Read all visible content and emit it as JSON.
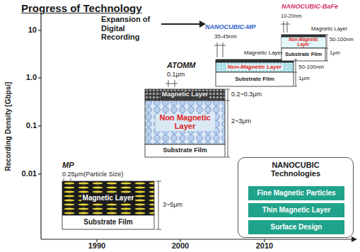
{
  "diagram": {
    "title": "Progress of Technology",
    "nodes": [
      {
        "text": [
          "Magnetic Layer"
        ]
      },
      {
        "text": [
          "Substrate Film"
        ]
      },
      {
        "text": [
          "Magnetic Layer"
        ]
      },
      {
        "text": [
          "Non Magnetic Layer"
        ]
      },
      {
        "text": [
          "Substrate Film"
        ]
      },
      {
        "text": [
          "Non-Magnetic Layer"
        ]
      },
      {
        "text": [
          "Substrate Film"
        ]
      },
      {
        "text": [
          "Non-Magnetic Layer"
        ]
      },
      {
        "text": [
          "Substrate Film"
        ]
      },
      {
        "text": [
          "NANOCUBIC Technologies"
        ]
      },
      {
        "text": [
          "Fine Magnetic Particles"
        ],
        "in": 9
      },
      {
        "text": [
          "Thin Magnetic Layer"
        ],
        "in": 9
      },
      {
        "text": [
          "Surface Design"
        ],
        "in": 9
      }
    ],
    "labels": [
      "Recording Density [Gbpsi]",
      "10",
      "1.0",
      "0.1",
      "0.01",
      "1990",
      "2000",
      "2010",
      "Expansion of Digital Recording",
      "MP",
      "0.25μm(Particle Size)",
      "3~5μm",
      "ATOMM",
      "0.1μm",
      "0.2~0.3μm",
      "2~3μm",
      "NANOCUBIC-MP",
      "35-45nm",
      "Magnetic Layer",
      "50-100nm",
      "1μm",
      "NANOCUBIC-BaFe",
      "10-20nm",
      "Magnetic Layer",
      "50-100nm",
      "1μm"
    ]
  }
}
